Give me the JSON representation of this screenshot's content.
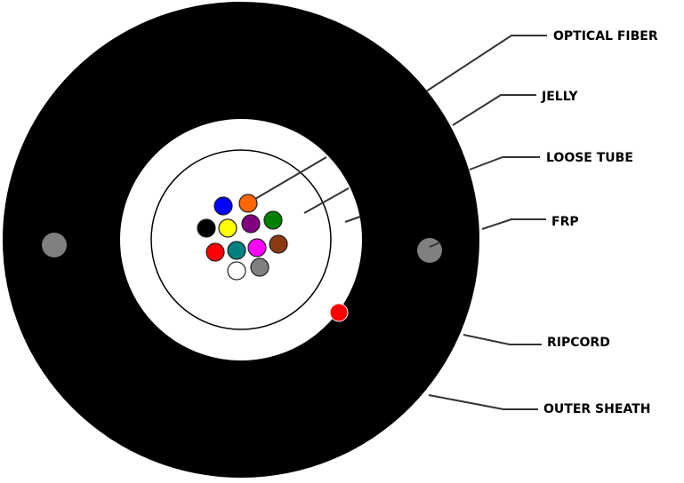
{
  "labels": {
    "optical_fiber": "OPTICAL FIBER",
    "jelly": "JELLY",
    "loose_tube": "LOOSE TUBE",
    "frp": "FRP",
    "ripcord": "RIPCORD",
    "outer_sheath": "OUTER SHEATH"
  },
  "colors": {
    "sheath": "#000000",
    "jelly": "#ffffff",
    "tube_outline": "#000000",
    "frp": "#808080",
    "ripcord": "#ff0000",
    "leader_line": "#333333",
    "fiber_outline": "#222222"
  },
  "fibers": [
    {
      "color": "#0000ff",
      "name": "blue"
    },
    {
      "color": "#ff6600",
      "name": "orange"
    },
    {
      "color": "#000000",
      "name": "black"
    },
    {
      "color": "#ffff00",
      "name": "yellow"
    },
    {
      "color": "#800080",
      "name": "purple"
    },
    {
      "color": "#008000",
      "name": "green"
    },
    {
      "color": "#ff0000",
      "name": "red"
    },
    {
      "color": "#008080",
      "name": "teal"
    },
    {
      "color": "#ff00ff",
      "name": "magenta"
    },
    {
      "color": "#8b3a0f",
      "name": "brown"
    },
    {
      "color": "#ffffff",
      "name": "white"
    },
    {
      "color": "#808080",
      "name": "gray"
    }
  ]
}
